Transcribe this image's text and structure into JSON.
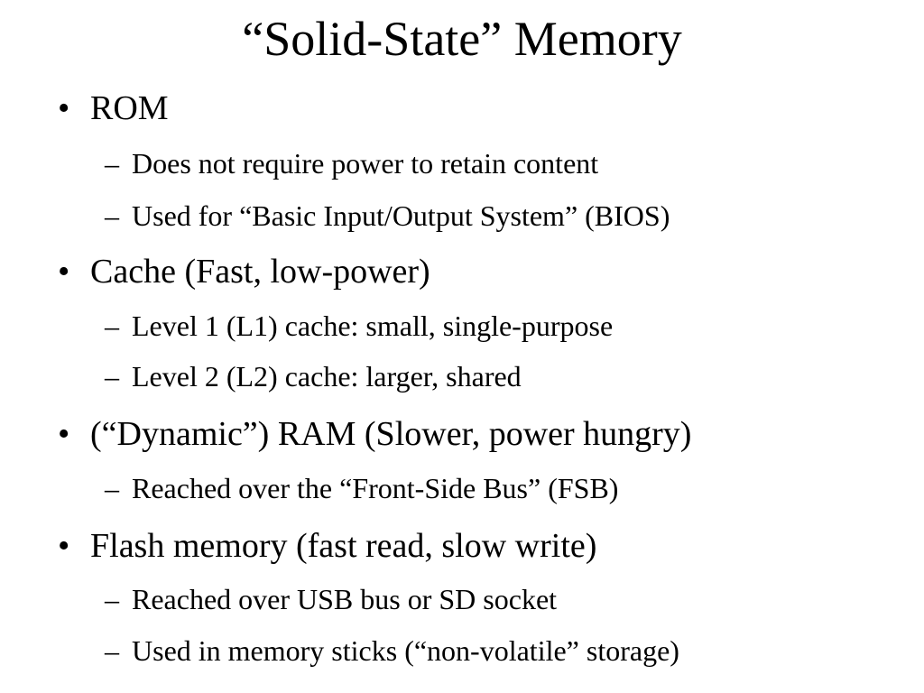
{
  "slide": {
    "title": "“Solid-State” Memory",
    "bullet_marker": "•",
    "sub_marker": "–",
    "sections": [
      {
        "heading": "ROM",
        "items": [
          "Does not require power to retain content",
          "Used for “Basic Input/Output System” (BIOS)"
        ]
      },
      {
        "heading": "Cache (Fast, low-power)",
        "items": [
          "Level 1 (L1) cache: small, single-purpose",
          "Level 2 (L2) cache: larger, shared"
        ]
      },
      {
        "heading": "(“Dynamic”) RAM (Slower, power hungry)",
        "items": [
          "Reached over the “Front-Side Bus” (FSB)"
        ]
      },
      {
        "heading": "Flash memory (fast read, slow write)",
        "items": [
          "Reached over USB bus or SD socket",
          "Used in memory sticks (“non-volatile” storage)"
        ]
      }
    ]
  }
}
